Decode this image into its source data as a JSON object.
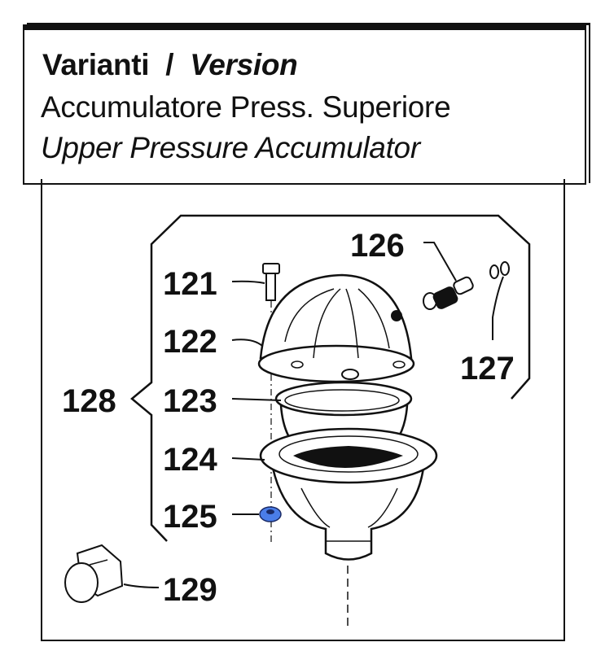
{
  "header": {
    "variant_label": "Varianti",
    "separator": "/",
    "version_label": "Version",
    "italian_title": "Accumulatore Press. Superiore",
    "english_title": "Upper Pressure Accumulator"
  },
  "diagram": {
    "group_label": "128",
    "parts": [
      {
        "id": "121",
        "name": "bolt"
      },
      {
        "id": "122",
        "name": "upper-dome-cover"
      },
      {
        "id": "123",
        "name": "diaphragm"
      },
      {
        "id": "124",
        "name": "lower-housing"
      },
      {
        "id": "125",
        "name": "nut"
      },
      {
        "id": "126",
        "name": "valve-fitting"
      },
      {
        "id": "127",
        "name": "o-rings"
      },
      {
        "id": "129",
        "name": "plug"
      }
    ],
    "highlight_color": "#4a7de8"
  }
}
